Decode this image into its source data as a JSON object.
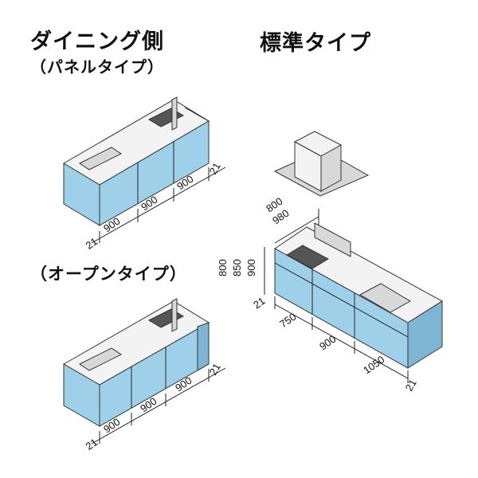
{
  "titles": {
    "dining_side": "ダイニング側",
    "panel_type": "（パネルタイプ）",
    "open_type": "（オープンタイプ）",
    "standard_type": "標準タイプ"
  },
  "panel_dims": {
    "side": "21",
    "w1": "900",
    "w2": "900",
    "w3": "900",
    "side_r": "21"
  },
  "open_dims": {
    "side": "21",
    "w1": "900",
    "w2": "900",
    "w3": "900",
    "side_r": "21"
  },
  "standard_dims": {
    "hood_d1": "800",
    "hood_d2": "980",
    "h1": "800",
    "h2": "850",
    "h3": "900",
    "side_l": "21",
    "w1": "750",
    "w2": "900",
    "w3": "1050",
    "side_r": "21"
  }
}
